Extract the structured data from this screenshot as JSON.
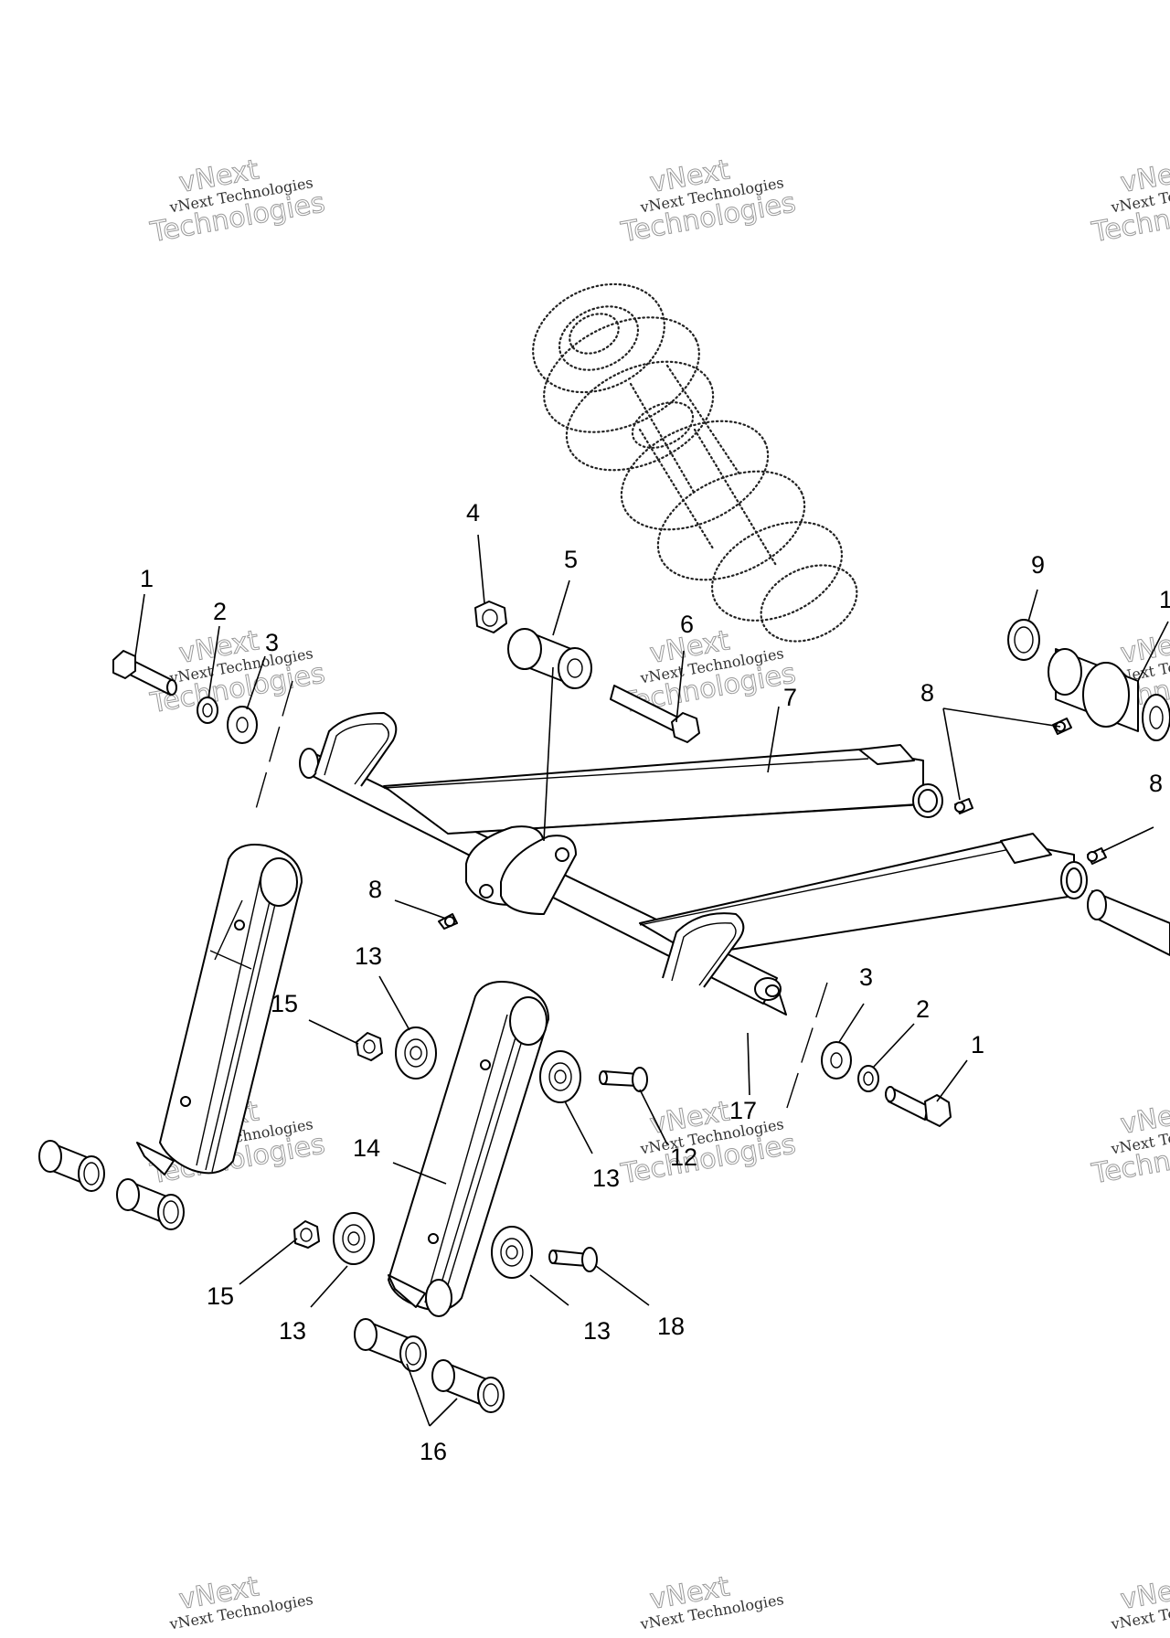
{
  "watermark": {
    "line_small": "vNext Technologies",
    "line_top": "vNext",
    "line_big": "Technologies"
  },
  "callouts": {
    "c1a": "1",
    "c2a": "2",
    "c3a": "3",
    "c4": "4",
    "c5": "5",
    "c6": "6",
    "c7": "7",
    "c8a": "8",
    "c8b": "8",
    "c8c": "8",
    "c9": "9",
    "c10": "1",
    "c13a": "13",
    "c15a": "15",
    "c14": "14",
    "c13b": "13",
    "c12": "12",
    "c17": "17",
    "c3b": "3",
    "c2b": "2",
    "c1b": "1",
    "c15b": "15",
    "c13c": "13",
    "c13d": "13",
    "c18": "18",
    "c16": "16"
  }
}
